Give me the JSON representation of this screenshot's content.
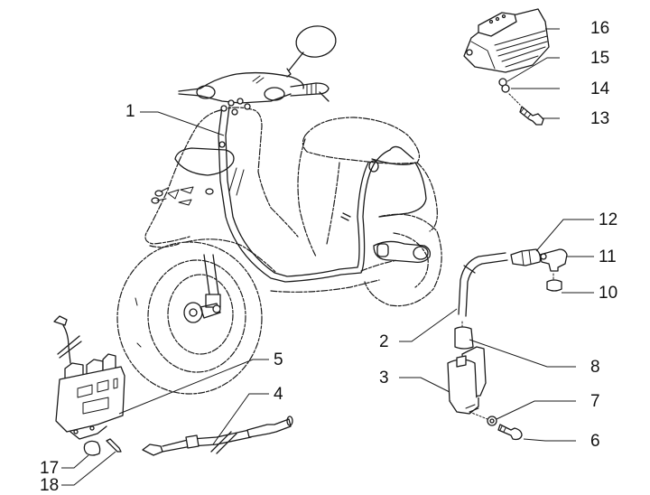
{
  "diagram": {
    "subject": "Scooter electrical system exploded parts view",
    "line_color": "#1a1a1a",
    "background": "#ffffff",
    "callouts": [
      {
        "id": "1",
        "label": "1",
        "part": "main-wiring-harness"
      },
      {
        "id": "2",
        "label": "2",
        "part": "hv-cable"
      },
      {
        "id": "3",
        "label": "3",
        "part": "ignition-coil"
      },
      {
        "id": "4",
        "label": "4",
        "part": "cable"
      },
      {
        "id": "5",
        "label": "5",
        "part": "electronic-control-unit"
      },
      {
        "id": "6",
        "label": "6",
        "part": "screw"
      },
      {
        "id": "7",
        "label": "7",
        "part": "washer"
      },
      {
        "id": "8",
        "label": "8",
        "part": "cap"
      },
      {
        "id": "9",
        "label": "10",
        "part": "seal-ring"
      },
      {
        "id": "10",
        "label": "11",
        "part": "spark-plug-cap"
      },
      {
        "id": "11",
        "label": "12",
        "part": "connector"
      },
      {
        "id": "12",
        "label": "13",
        "part": "screw"
      },
      {
        "id": "13",
        "label": "14",
        "part": "washer"
      },
      {
        "id": "14",
        "label": "15",
        "part": "washer"
      },
      {
        "id": "15",
        "label": "16",
        "part": "voltage-regulator"
      },
      {
        "id": "16",
        "label": "17",
        "part": "grommet"
      },
      {
        "id": "17",
        "label": "18",
        "part": "pin"
      }
    ]
  }
}
